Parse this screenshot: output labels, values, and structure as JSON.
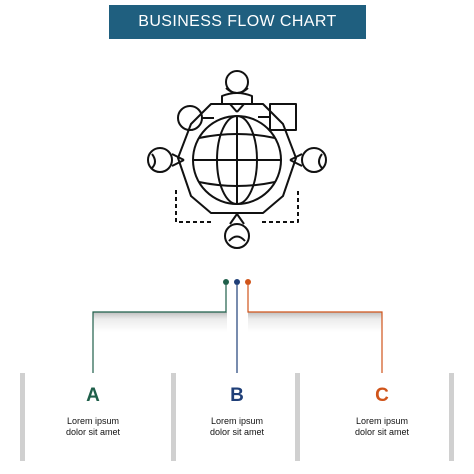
{
  "title": "BUSINESS FLOW CHART",
  "colors": {
    "banner": "#1f5f7f",
    "a": "#1f5f4a",
    "b": "#1f3f78",
    "c": "#d0541a",
    "stroke": "#111111"
  },
  "icon": "globe-network-icon",
  "steps": [
    {
      "label": "A",
      "text_line1": "Lorem ipsum",
      "text_line2": "dolor sit amet"
    },
    {
      "label": "B",
      "text_line1": "Lorem ipsum",
      "text_line2": "dolor sit amet"
    },
    {
      "label": "C",
      "text_line1": "Lorem ipsum",
      "text_line2": "dolor sit amet"
    }
  ]
}
